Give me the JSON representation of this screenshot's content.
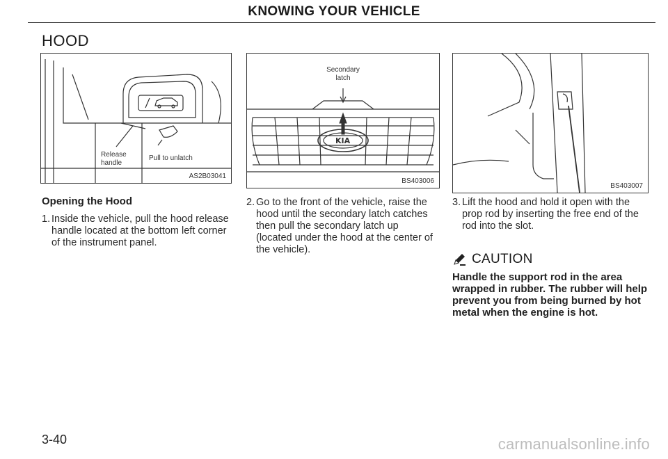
{
  "header": {
    "title": "KNOWING YOUR VEHICLE"
  },
  "section": {
    "title": "HOOD"
  },
  "figures": [
    {
      "code": "AS2B03041",
      "labels": {
        "release": "Release\nhandle",
        "pull": "Pull to unlatch"
      }
    },
    {
      "code": "BS403006",
      "labels": {
        "secondary": "Secondary\nlatch"
      }
    },
    {
      "code": "BS403007"
    }
  ],
  "left_column": {
    "heading": "Opening the Hood",
    "step_number": "1.",
    "step_text": "Inside the vehicle, pull the hood release handle located at the bottom left corner of the instrument panel."
  },
  "middle_column": {
    "step_number": "2.",
    "step_text": "Go to the front of the vehicle, raise the hood until the secondary latch catches then pull the secondary latch up (located under the hood at the center of the vehicle)."
  },
  "right_column": {
    "step_number": "3.",
    "step_text": "Lift the hood and hold it open with the prop rod by inserting the free end of the rod into the slot.",
    "caution_title": "CAUTION",
    "caution_text": "Handle the support rod in the area wrapped in rubber. The rubber will help prevent you from being burned by hot metal when the engine is hot."
  },
  "footer": {
    "page_number": "3-40",
    "watermark": "carmanualsonline.info"
  },
  "icons": {
    "caution": "caution-pencil-icon"
  }
}
